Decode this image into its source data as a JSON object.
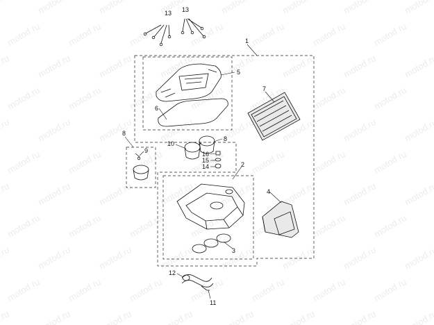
{
  "watermark": "motod.ru",
  "callouts": {
    "c1": "1",
    "c2": "2",
    "c3": "3",
    "c4": "4",
    "c5": "5",
    "c6": "6",
    "c7": "7",
    "c8a": "8",
    "c8b": "8",
    "c9": "9",
    "c10": "10",
    "c11": "11",
    "c12": "12",
    "c13a": "13",
    "c13b": "13",
    "c14": "14",
    "c15": "15",
    "c16": "16"
  }
}
